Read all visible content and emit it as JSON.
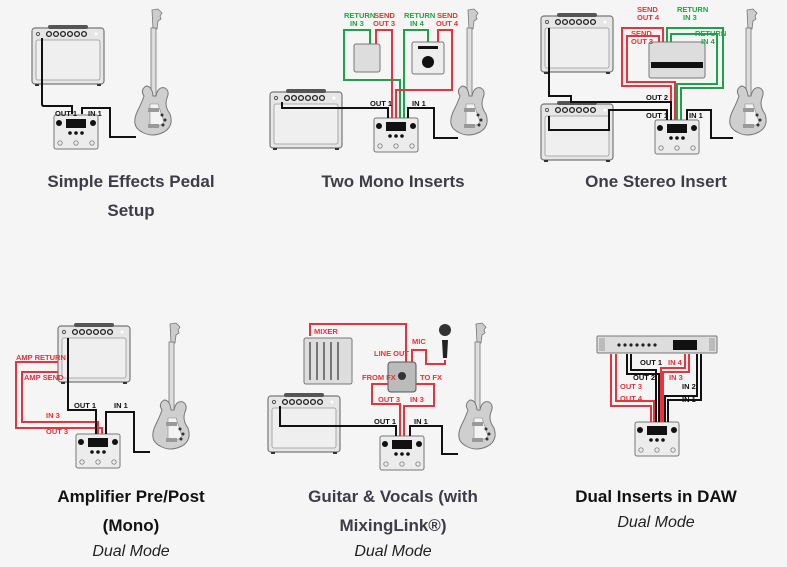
{
  "cards": [
    {
      "title_line1": "Simple Effects Pedal",
      "title_line2": "Setup",
      "mode": "",
      "labels": {
        "out1": "OUT 1",
        "in1": "IN 1"
      }
    },
    {
      "title_line1": "Two Mono Inserts",
      "title_line2": "",
      "mode": "",
      "labels": {
        "return_in3_a": "RETURN",
        "return_in3_b": "IN 3",
        "send_out3_a": "SEND",
        "send_out3_b": "OUT 3",
        "return_in4_a": "RETURN",
        "return_in4_b": "IN 4",
        "send_out4_a": "SEND",
        "send_out4_b": "OUT 4",
        "out1": "OUT 1",
        "in1": "IN 1"
      }
    },
    {
      "title_line1": "One Stereo Insert",
      "title_line2": "",
      "mode": "",
      "labels": {
        "send_out4_a": "SEND",
        "send_out4_b": "OUT 4",
        "return_in3_a": "RETURN",
        "return_in3_b": "IN 3",
        "send_out3_a": "SEND",
        "send_out3_b": "OUT 3",
        "return_in4_a": "RETURN",
        "return_in4_b": "IN 4",
        "out2": "OUT 2",
        "out1": "OUT 1",
        "in1": "IN 1"
      }
    },
    {
      "title_line1": "Amplifier Pre/Post",
      "title_line2": "(Mono)",
      "mode": "Dual Mode",
      "labels": {
        "amp_return": "AMP RETURN",
        "amp_send": "AMP SEND",
        "out1": "OUT 1",
        "in1": "IN 1",
        "in3": "IN 3",
        "out3": "OUT 3"
      }
    },
    {
      "title_line1": "Guitar & Vocals (with",
      "title_line2": "MixingLink®)",
      "mode": "Dual Mode",
      "labels": {
        "mixer": "MIXER",
        "mic": "MIC",
        "line_out": "LINE OUT",
        "from_fx": "FROM FX",
        "to_fx": "TO FX",
        "out3": "OUT 3",
        "in3": "IN 3",
        "out1": "OUT 1",
        "in1": "IN 1"
      }
    },
    {
      "title_line1": "Dual Inserts in DAW",
      "title_line2": "",
      "mode": "Dual Mode",
      "labels": {
        "out1": "OUT 1",
        "in4": "IN 4",
        "out2": "OUT 2",
        "in3": "IN 3",
        "out3": "OUT 3",
        "in2": "IN 2",
        "out4": "OUT 4",
        "in1": "IN 1"
      }
    }
  ],
  "colors": {
    "send": "#e8323c",
    "return": "#1fa14a",
    "cable": "#111111"
  }
}
